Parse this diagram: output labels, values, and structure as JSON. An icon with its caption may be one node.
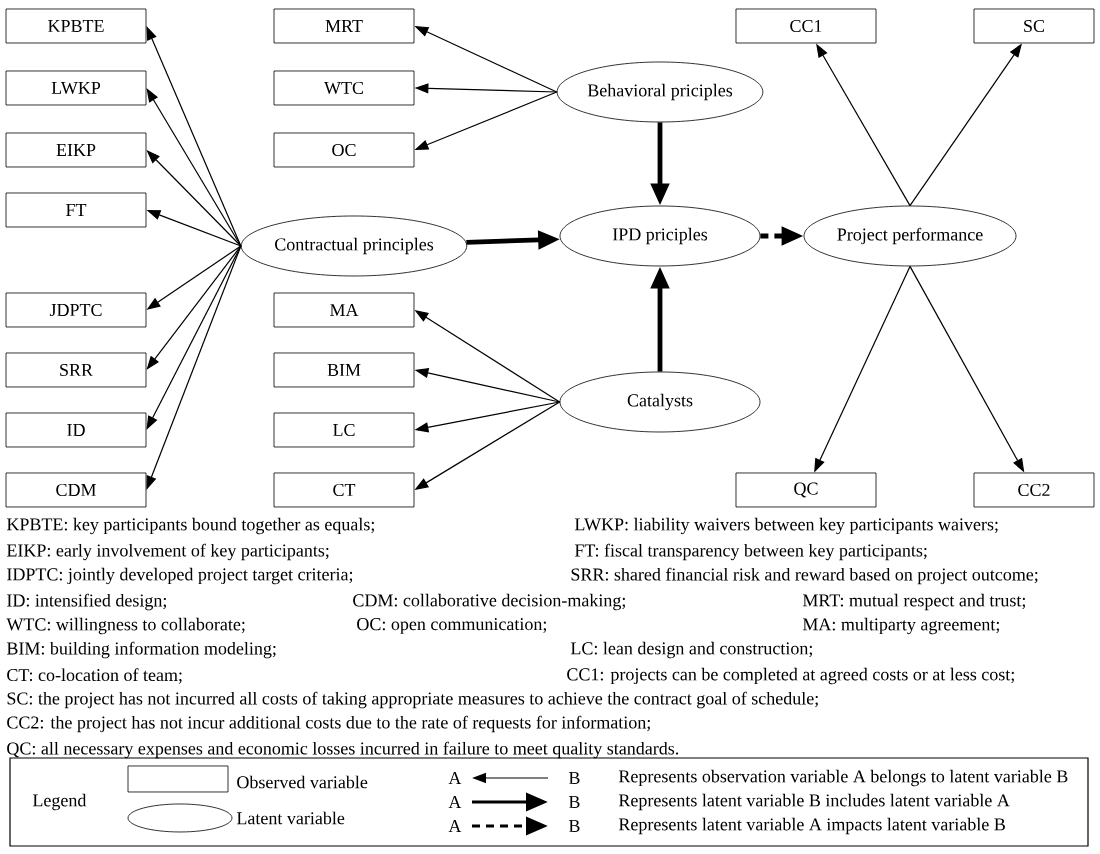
{
  "diagram": {
    "nodes": [
      {
        "text": [
          "KPBTE"
        ]
      },
      {
        "text": [
          "LWKP"
        ]
      },
      {
        "text": [
          "EIKP"
        ]
      },
      {
        "text": [
          "FT"
        ]
      },
      {
        "text": [
          "JDPTC"
        ]
      },
      {
        "text": [
          "SRR"
        ]
      },
      {
        "text": [
          "ID"
        ]
      },
      {
        "text": [
          "CDM"
        ]
      },
      {
        "text": [
          "Contractual principles"
        ]
      },
      {
        "text": [
          "MRT"
        ]
      },
      {
        "text": [
          "WTC"
        ]
      },
      {
        "text": [
          "OC"
        ]
      },
      {
        "text": [
          "MA"
        ]
      },
      {
        "text": [
          "BIM"
        ]
      },
      {
        "text": [
          "LC"
        ]
      },
      {
        "text": [
          "CT"
        ]
      },
      {
        "text": [
          "Behavioral priciples"
        ]
      },
      {
        "text": [
          "IPD priciples"
        ]
      },
      {
        "text": [
          "Catalysts"
        ]
      },
      {
        "text": [
          "Project performance"
        ]
      },
      {
        "text": [
          "CC1"
        ]
      },
      {
        "text": [
          "SC"
        ]
      },
      {
        "text": [
          "QC"
        ]
      },
      {
        "text": [
          "CC2"
        ]
      }
    ],
    "edges": [
      {
        "from": 8,
        "to": 0,
        "arrow": "to"
      },
      {
        "from": 8,
        "to": 1,
        "arrow": "to"
      },
      {
        "from": 8,
        "to": 2,
        "arrow": "to"
      },
      {
        "from": 8,
        "to": 3,
        "arrow": "to"
      },
      {
        "from": 8,
        "to": 4,
        "arrow": "to"
      },
      {
        "from": 8,
        "to": 5,
        "arrow": "to"
      },
      {
        "from": 8,
        "to": 6,
        "arrow": "to"
      },
      {
        "from": 8,
        "to": 7,
        "arrow": "to"
      },
      {
        "from": 16,
        "to": 9,
        "arrow": "to"
      },
      {
        "from": 16,
        "to": 10,
        "arrow": "to"
      },
      {
        "from": 16,
        "to": 11,
        "arrow": "to"
      },
      {
        "from": 18,
        "to": 12,
        "arrow": "to"
      },
      {
        "from": 18,
        "to": 13,
        "arrow": "to"
      },
      {
        "from": 18,
        "to": 14,
        "arrow": "to"
      },
      {
        "from": 18,
        "to": 15,
        "arrow": "to"
      },
      {
        "from": 8,
        "to": 17,
        "arrow": "to",
        "style": "thick"
      },
      {
        "from": 16,
        "to": 17,
        "arrow": "to",
        "style": "thick"
      },
      {
        "from": 18,
        "to": 17,
        "arrow": "to",
        "style": "thick"
      },
      {
        "from": 17,
        "to": 19,
        "arrow": "to",
        "style": "dashed"
      },
      {
        "from": 19,
        "to": 20,
        "arrow": "to"
      },
      {
        "from": 19,
        "to": 21,
        "arrow": "to"
      },
      {
        "from": 19,
        "to": 22,
        "arrow": "to"
      },
      {
        "from": 19,
        "to": 23,
        "arrow": "to"
      }
    ],
    "labels": [
      "KPBTE: key participants bound together as equals;",
      "LWKP: liability waivers between key participants waivers;",
      "EIKP: early involvement of key participants;",
      "FT: fiscal transparency between key participants;",
      "IDPTC: jointly developed project target criteria;",
      "SRR: shared financial risk and reward based on project outcome;",
      "ID: intensified design;",
      "CDM: collaborative decision-making;",
      "MRT: mutual respect and trust;",
      "WTC: willingness to collaborate;",
      "OC: open communication;",
      "MA: multiparty agreement;",
      "BIM: building information modeling;",
      "LC: lean design and construction;",
      "CT: co-location of team;",
      "CC1: projects can be completed at agreed costs or at less cost;",
      "SC: the project has not incurred all costs of taking appropriate measures to achieve the contract goal of schedule;",
      "CC2: the project has not incur additional costs due to the rate of requests for information;",
      "QC: all necessary expenses and economic losses incurred in failure to meet quality standards.",
      "Legend",
      "A",
      "B",
      "A",
      "B",
      "A",
      "B"
    ],
    "legend": [
      {
        "text": "Observed variable"
      },
      {
        "text": "Latent variable"
      },
      {
        "text": "Represents observation variable A belongs to latent variable B"
      },
      {
        "text": "Represents latent variable B includes latent variable A"
      },
      {
        "text": "Represents latent variable A impacts latent variable B"
      }
    ]
  }
}
